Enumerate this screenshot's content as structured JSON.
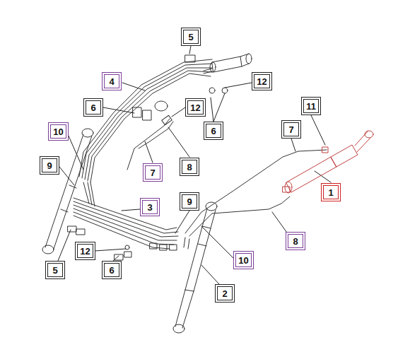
{
  "diagram": {
    "nodes": [
      {
        "text": [
          "5"
        ]
      },
      {
        "text": [
          "4"
        ]
      },
      {
        "text": [
          "12"
        ]
      },
      {
        "text": [
          "6"
        ]
      },
      {
        "text": [
          "12"
        ]
      },
      {
        "text": [
          "11"
        ]
      },
      {
        "text": [
          "7"
        ]
      },
      {
        "text": [
          "6"
        ]
      },
      {
        "text": [
          "10"
        ]
      },
      {
        "text": [
          "9"
        ]
      },
      {
        "text": [
          "7"
        ]
      },
      {
        "text": [
          "8"
        ]
      },
      {
        "text": [
          "1"
        ]
      },
      {
        "text": [
          "3"
        ]
      },
      {
        "text": [
          "9"
        ]
      },
      {
        "text": [
          "8"
        ]
      },
      {
        "text": [
          "10"
        ]
      },
      {
        "text": [
          "12"
        ]
      },
      {
        "text": [
          "5"
        ]
      },
      {
        "text": [
          "6"
        ]
      },
      {
        "text": [
          "2"
        ]
      }
    ],
    "edges": []
  }
}
